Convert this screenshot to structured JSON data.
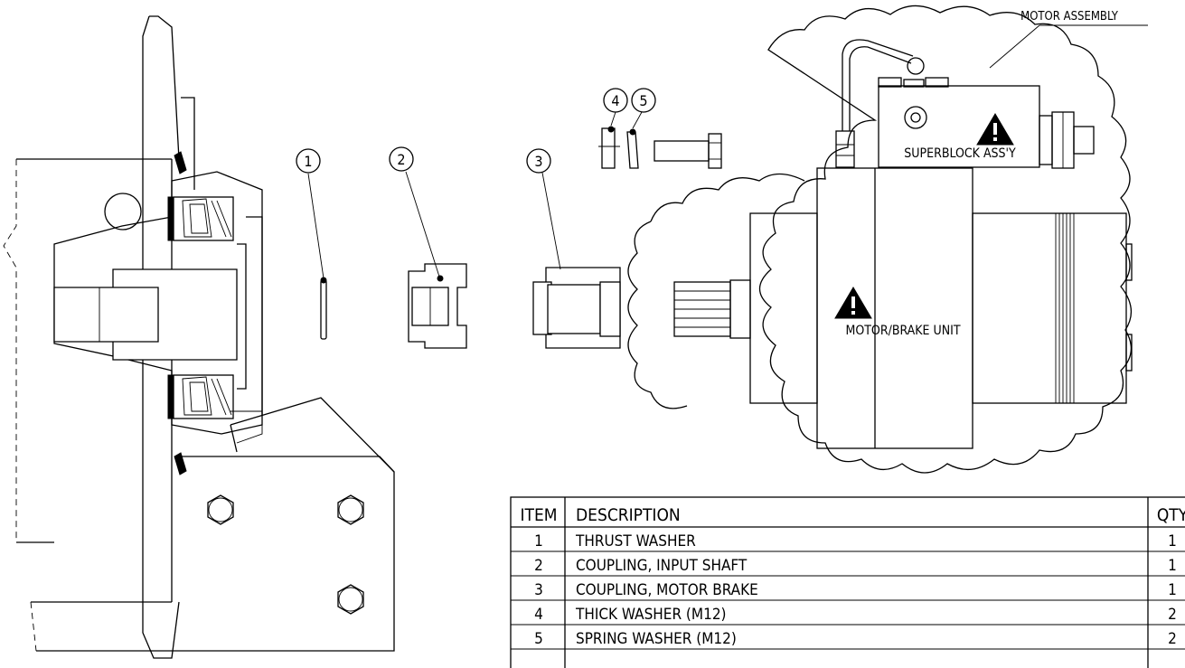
{
  "callouts": [
    "1",
    "2",
    "3",
    "4",
    "5"
  ],
  "labels": {
    "motor_assembly": "MOTOR ASSEMBLY",
    "superblock": "SUPERBLOCK ASS'Y",
    "motor_brake": "MOTOR/BRAKE UNIT"
  },
  "parts_table": {
    "headers": [
      "ITEM",
      "DESCRIPTION",
      "QTY"
    ],
    "rows": [
      {
        "item": "1",
        "description": "THRUST WASHER",
        "qty": "1"
      },
      {
        "item": "2",
        "description": "COUPLING, INPUT SHAFT",
        "qty": "1"
      },
      {
        "item": "3",
        "description": "COUPLING, MOTOR BRAKE",
        "qty": "1"
      },
      {
        "item": "4",
        "description": "THICK WASHER (M12)",
        "qty": "2"
      },
      {
        "item": "5",
        "description": "SPRING WASHER (M12)",
        "qty": "2"
      }
    ]
  },
  "icons": {
    "warning": "warning-triangle-icon",
    "hex_bolt": "hex-bolt-icon"
  },
  "colors": {
    "line": "#000000",
    "background": "#ffffff"
  }
}
